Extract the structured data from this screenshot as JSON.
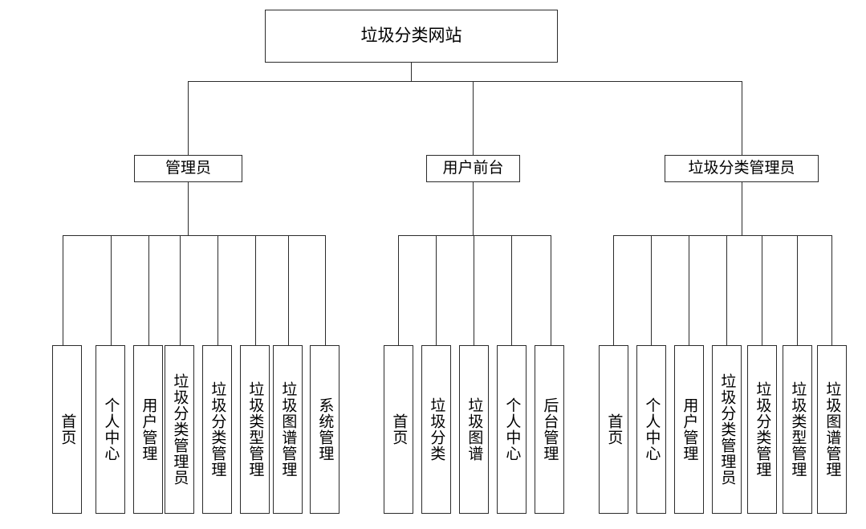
{
  "diagram": {
    "title": "垃圾分类网站",
    "type": "hierarchy-tree",
    "root": {
      "label": "垃圾分类网站"
    },
    "branches": [
      {
        "id": "admin",
        "label": "管理员",
        "leaves": [
          {
            "label": "首页"
          },
          {
            "label": "个人中心"
          },
          {
            "label": "用户管理"
          },
          {
            "label": "垃圾分类管理员"
          },
          {
            "label": "垃圾分类管理"
          },
          {
            "label": "垃圾类型管理"
          },
          {
            "label": "垃圾图谱管理"
          },
          {
            "label": "系统管理"
          }
        ]
      },
      {
        "id": "user-front",
        "label": "用户前台",
        "leaves": [
          {
            "label": "首页"
          },
          {
            "label": "垃圾分类"
          },
          {
            "label": "垃圾图谱"
          },
          {
            "label": "个人中心"
          },
          {
            "label": "后台管理"
          }
        ]
      },
      {
        "id": "waste-admin",
        "label": "垃圾分类管理员",
        "leaves": [
          {
            "label": "首页"
          },
          {
            "label": "个人中心"
          },
          {
            "label": "用户管理"
          },
          {
            "label": "垃圾分类管理员"
          },
          {
            "label": "垃圾分类管理"
          },
          {
            "label": "垃圾类型管理"
          },
          {
            "label": "垃圾图谱管理"
          }
        ]
      }
    ],
    "colors": {
      "line": "#2b2b2b",
      "box_fill": "#ffffff",
      "text": "#000000"
    }
  }
}
